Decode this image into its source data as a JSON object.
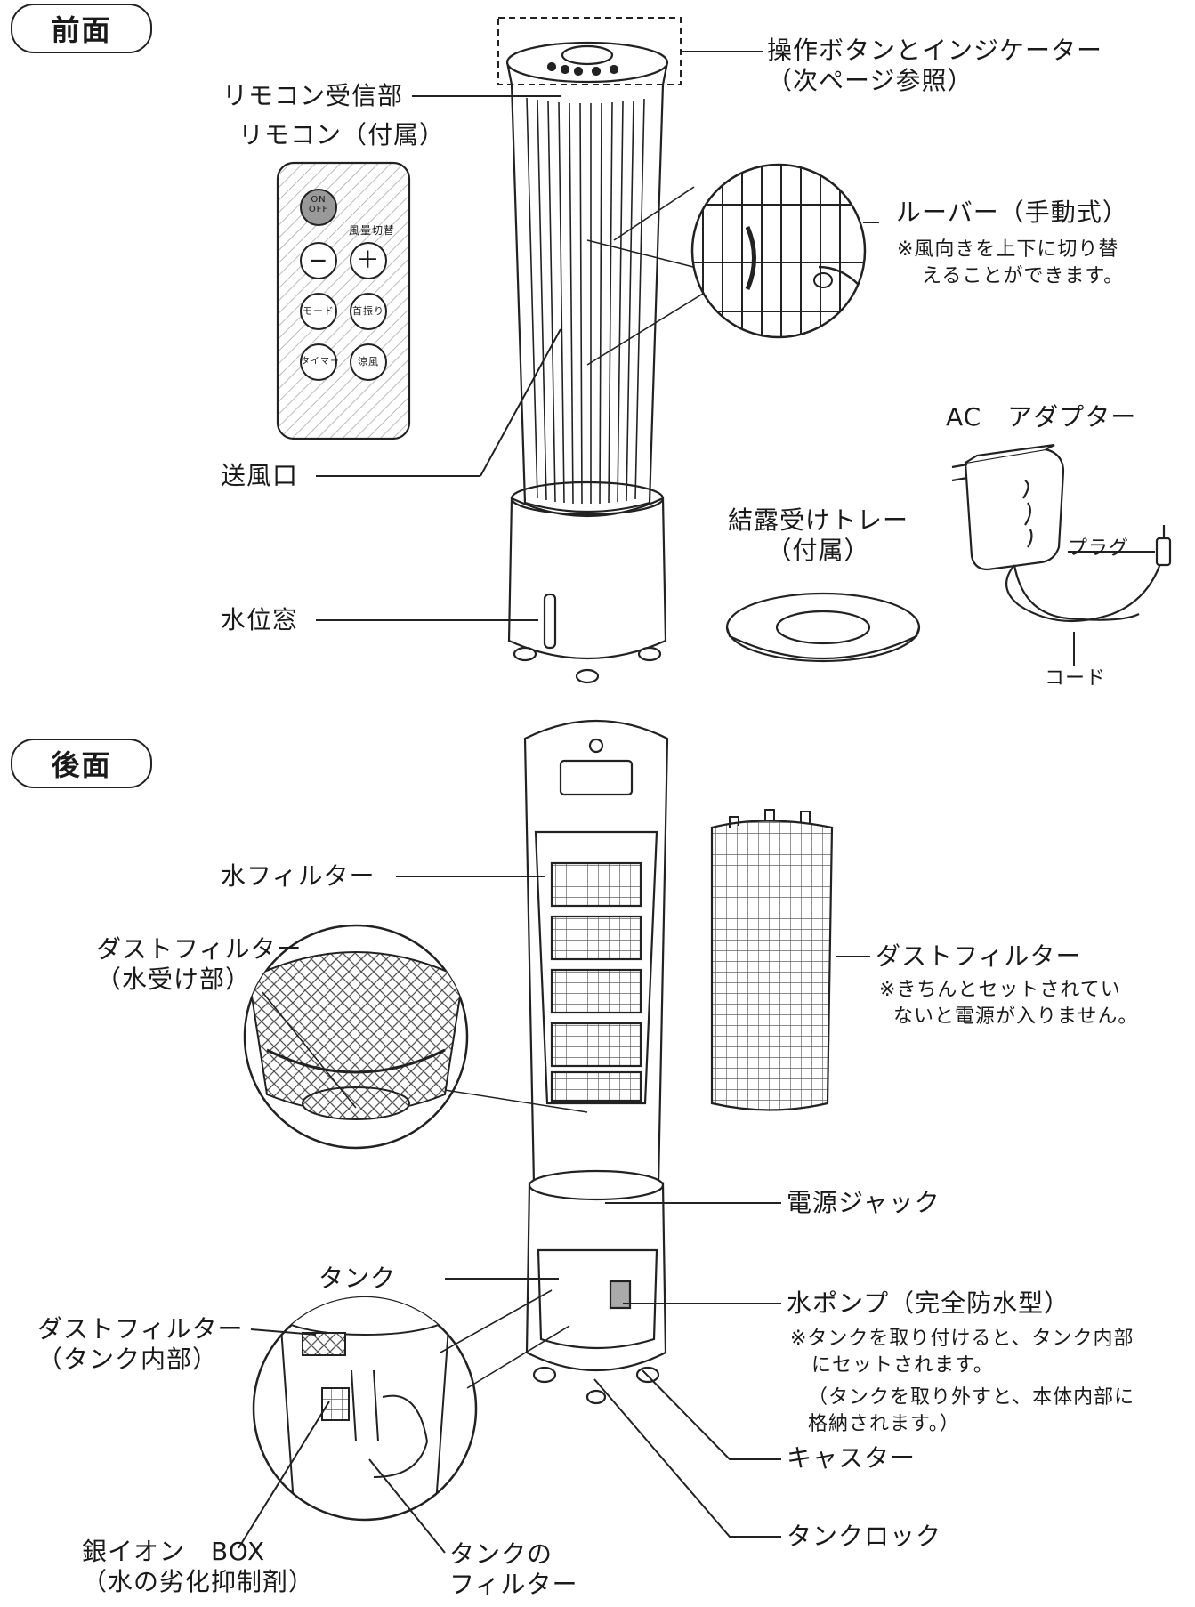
{
  "sections": {
    "front": "前面",
    "back": "後面"
  },
  "front": {
    "control": [
      "操作ボタンとインジケーター",
      "（次ページ参照）"
    ],
    "remote_receiver": "リモコン受信部",
    "remote": "リモコン（付属）",
    "remote_buttons": {
      "power": [
        "ON",
        "OFF"
      ],
      "speed": "風量切替",
      "minus": "−",
      "plus": "＋",
      "mode": "モード",
      "swing": "首振り",
      "timer": "タイマー",
      "cool": "涼風"
    },
    "louver": [
      "ルーバー（手動式）",
      "※風向きを上下に切り替",
      "えることができます。"
    ],
    "outlet": "送風口",
    "adapter": "AC　アダプター",
    "plug": "プラグ",
    "tray": [
      "結露受けトレー",
      "（付属）"
    ],
    "cord": "コード",
    "water_window": "水位窓"
  },
  "back": {
    "water_filter": "水フィルター",
    "dust_receiver": [
      "ダストフィルター",
      "（水受け部）"
    ],
    "dust_filter": [
      "ダストフィルター",
      "※きちんとセットされてい",
      "ないと電源が入りません。"
    ],
    "power_jack": "電源ジャック",
    "tank": "タンク",
    "pump": [
      "水ポンプ（完全防水型）",
      "※タンクを取り付けると、タンク内部",
      "にセットされます。",
      "（タンクを取り外すと、本体内部に",
      "格納されます。）"
    ],
    "dust_tank": [
      "ダストフィルター",
      "（タンク内部）"
    ],
    "caster": "キャスター",
    "silver_ion": [
      "銀イオン　BOX",
      "（水の劣化抑制剤）"
    ],
    "tank_filter": [
      "タンクの",
      "フィルター"
    ],
    "tank_lock": "タンクロック"
  }
}
